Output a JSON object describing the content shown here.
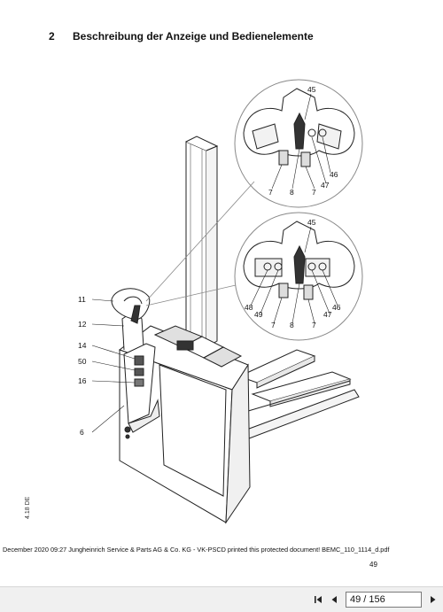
{
  "header": {
    "section_number": "2",
    "section_title": "Beschreibung der Anzeige und Bedienelemente"
  },
  "figure": {
    "callouts_left": [
      "11",
      "12",
      "14",
      "50",
      "16",
      "6"
    ],
    "detail_top": [
      "45",
      "46",
      "47",
      "7",
      "8",
      "7"
    ],
    "detail_bottom": [
      "45",
      "48",
      "49",
      "7",
      "8",
      "7",
      "47",
      "46"
    ]
  },
  "footer": {
    "doc_code": "4.18 DE",
    "print_note": "December 2020 09:27 Jungheinrich Service & Parts AG & Co. KG - VK-PSCD printed this protected document! BEMC_110_1114_d.pdf",
    "page_number": "49"
  },
  "viewer": {
    "page_indicator": "49 / 156"
  }
}
